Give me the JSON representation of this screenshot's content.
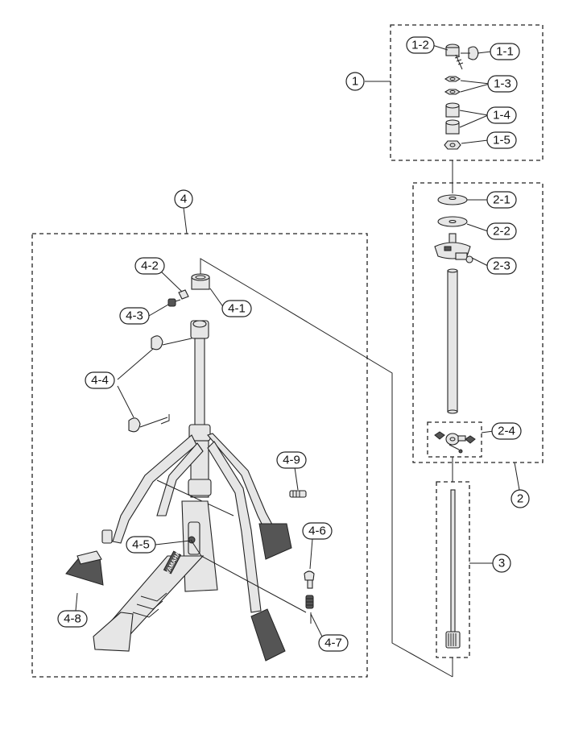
{
  "labels": {
    "g1": "1",
    "p1_1": "1-1",
    "p1_2": "1-2",
    "p1_3": "1-3",
    "p1_4": "1-4",
    "p1_5": "1-5",
    "p2_1": "2-1",
    "p2_2": "2-2",
    "p2_3": "2-3",
    "p2_4": "2-4",
    "g2": "2",
    "g3": "3",
    "g4": "4",
    "p4_1": "4-1",
    "p4_2": "4-2",
    "p4_3": "4-3",
    "p4_4": "4-4",
    "p4_5": "4-5",
    "p4_6": "4-6",
    "p4_7": "4-7",
    "p4_8": "4-8",
    "p4_9": "4-9"
  },
  "logo_text": "YAMAHA"
}
